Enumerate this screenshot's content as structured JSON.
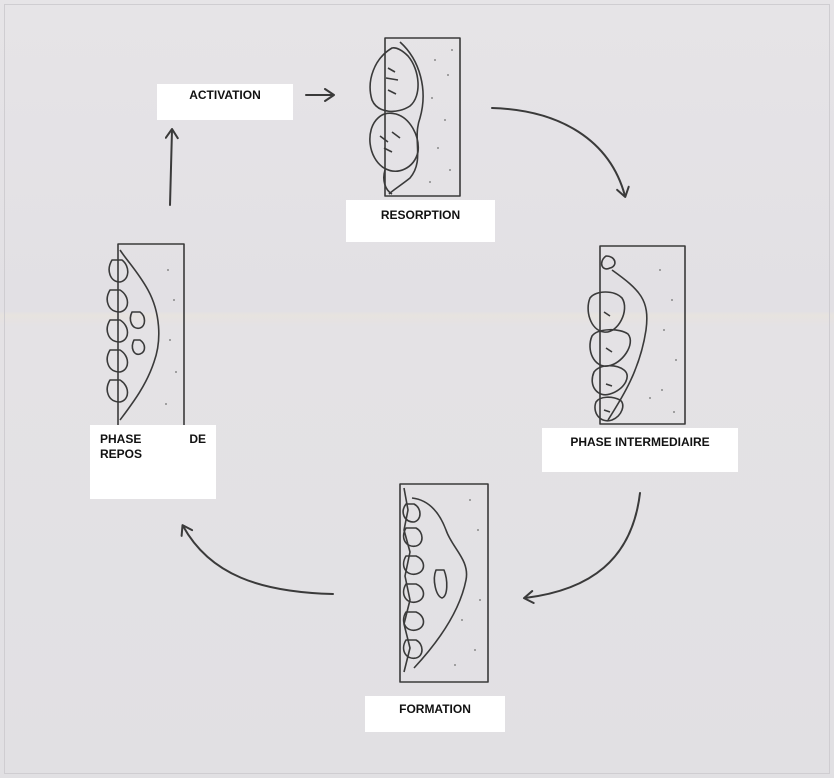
{
  "diagram": {
    "stages": [
      {
        "id": "activation",
        "label": "ACTIVATION"
      },
      {
        "id": "resorption",
        "label": "RESORPTION"
      },
      {
        "id": "intermediaire",
        "label": "PHASE INTERMEDIAIRE"
      },
      {
        "id": "formation",
        "label": "FORMATION"
      },
      {
        "id": "repos",
        "label_line1": "PHASE DE",
        "label_line2": "REPOS"
      }
    ],
    "colors": {
      "background": "#e3e1e5",
      "ink": "#3a3a3a",
      "label_box": "#ffffff",
      "stipple": "#8a8a8a"
    }
  }
}
